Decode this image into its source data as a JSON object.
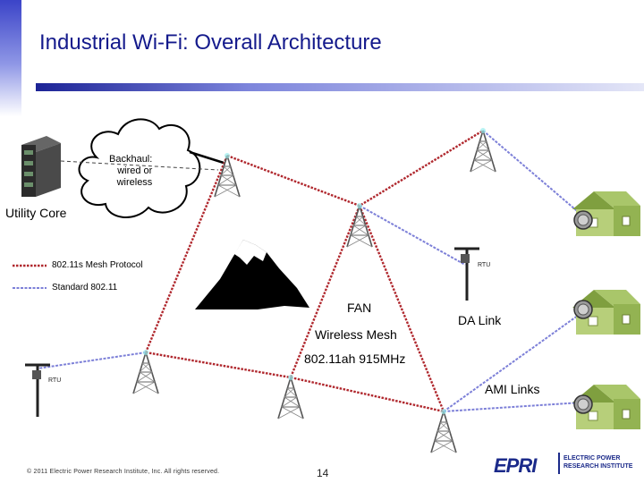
{
  "title": "Industrial Wi-Fi: Overall Architecture",
  "cloud_text": "Backhaul:\nwired or\nwireless",
  "utility_core": "Utility Core",
  "legend": {
    "mesh_label": "802.11s Mesh Protocol",
    "standard_label": "Standard 802.11"
  },
  "labels": {
    "fan": "FAN",
    "wireless_mesh": "Wireless Mesh",
    "frequency": "802.11ah 915MHz",
    "da_link": "DA Link",
    "ami_links": "AMI Links",
    "rtu_right": "RTU",
    "rtu_left": "RTU"
  },
  "footer": {
    "copyright": "© 2011 Electric Power Research Institute, Inc. All rights reserved.",
    "page": "14",
    "logo_word": "EPRI",
    "logo_sub": "ELECTRIC POWER RESEARCH INSTITUTE"
  },
  "colors": {
    "title": "#141a8c",
    "mesh_line": "#b0282e",
    "standard_line": "#7d80d8",
    "house": "#9bbb59"
  }
}
